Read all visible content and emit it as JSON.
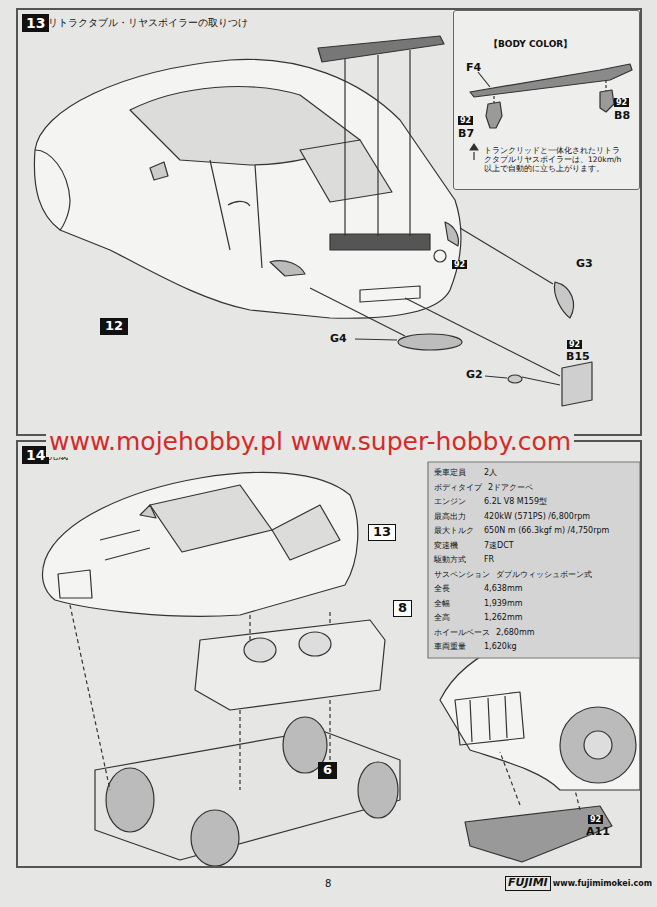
{
  "diagram": {
    "nodes": [
      {
        "text": [
          "13",
          "リトラクタブル・リヤスポイラーの取りつけ"
        ]
      },
      {
        "text": [
          "【BODY COLOR】"
        ],
        "in": 0
      },
      {
        "text": [
          "14",
          "完成"
        ]
      }
    ],
    "labels": [
      "F4",
      "92",
      "B8",
      "92",
      "B7",
      "トランクリッドと一体化されたリトラクタブルリヤスポイラーは、120km/h以上で自動的に立ち上がります。",
      "92",
      "G3",
      "12",
      "G4",
      "92",
      "B15",
      "G2",
      "www.mojehobby.pl www.super-hobby.com",
      "乗車定員",
      "2人",
      "ボディタイプ",
      "2ドアクーペ",
      "エンジン",
      "6.2L V8 M159型",
      "最高出力",
      "420kW (571PS) /6,800rpm",
      "最大トルク",
      "650N m (66.3kgf m) /4,750rpm",
      "変速機",
      "7速DCT",
      "駆動方式",
      "FR",
      "サスペンション",
      "ダブルウィッシュボーン式",
      "全長",
      "4,638mm",
      "全幅",
      "1,939mm",
      "全高",
      "1,262mm",
      "ホイールベース",
      "2,680mm",
      "車両重量",
      "1,620kg",
      "13",
      "8",
      "92",
      "A11",
      "6",
      "8",
      "FUJIMI",
      "www.fujimimokei.com"
    ]
  }
}
